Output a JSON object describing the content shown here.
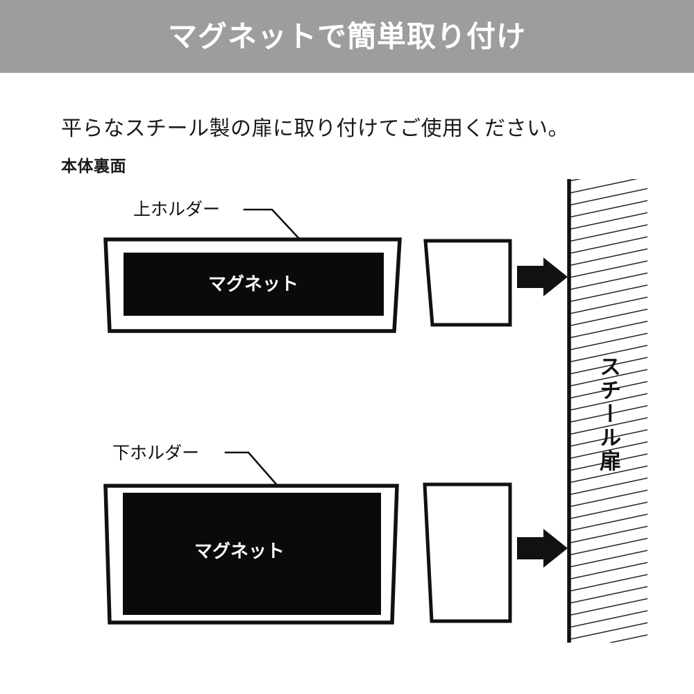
{
  "header": {
    "title": "マグネットで簡単取り付け",
    "background_color": "#9d9d9d",
    "text_color": "#ffffff"
  },
  "body": {
    "instruction": "平らなスチール製の扉に取り付けてご使用ください。",
    "subheading": "本体裏面"
  },
  "diagram": {
    "upper": {
      "holder_label": "上ホルダー",
      "magnet_label": "マグネット"
    },
    "lower": {
      "holder_label": "下ホルダー",
      "magnet_label": "マグネット"
    },
    "door_label": "スチール扉",
    "colors": {
      "outline": "#111111",
      "magnet_fill": "#0a0a0a",
      "magnet_text": "#ffffff",
      "arrow_fill": "#111111",
      "hatch_stroke": "#222222",
      "page_background": "#ffffff"
    }
  }
}
